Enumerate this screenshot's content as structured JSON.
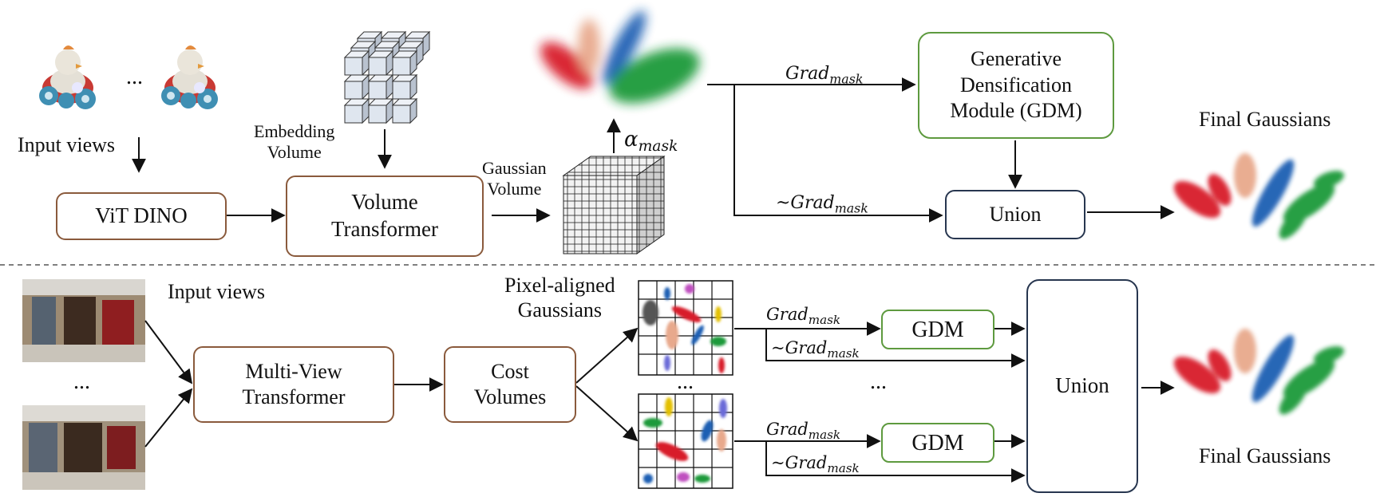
{
  "top": {
    "input_views": "Input views",
    "ellipsis": "...",
    "embedding_volume": "Embedding\nVolume",
    "vit_dino": "ViT DINO",
    "volume_transformer": "Volume\nTransformer",
    "gaussian_volume": "Gaussian\nVolume",
    "alpha_mask": "α",
    "alpha_mask_sub": "mask",
    "grad_mask": "Grad",
    "grad_mask_sub": "mask",
    "not_grad_mask": "~Grad",
    "not_grad_mask_sub": "mask",
    "gdm": "Generative\nDensification\nModule (GDM)",
    "union": "Union",
    "final_gaussians": "Final Gaussians"
  },
  "bottom": {
    "input_views": "Input views",
    "ellipsis": "...",
    "multi_view_transformer": "Multi-View\nTransformer",
    "cost_volumes": "Cost\nVolumes",
    "pixel_aligned": "Pixel-aligned\nGaussians",
    "grad_mask": "Grad",
    "grad_mask_sub": "mask",
    "not_grad_mask": "~Grad",
    "not_grad_mask_sub": "mask",
    "gdm": "GDM",
    "union": "Union",
    "final_gaussians": "Final Gaussians"
  },
  "colors": {
    "brown_border": "#8a5a3c",
    "green_border": "#5e9a3f",
    "navy_border": "#27364f",
    "gaussian_red": "#d81e2a",
    "gaussian_blue": "#1d5fb3",
    "gaussian_green": "#1f9a3a",
    "gaussian_peach": "#e8a98c"
  },
  "icons": [
    "toy-car-icon",
    "cube-grid-icon",
    "gaussian-blob-icon",
    "room-photo-icon"
  ]
}
